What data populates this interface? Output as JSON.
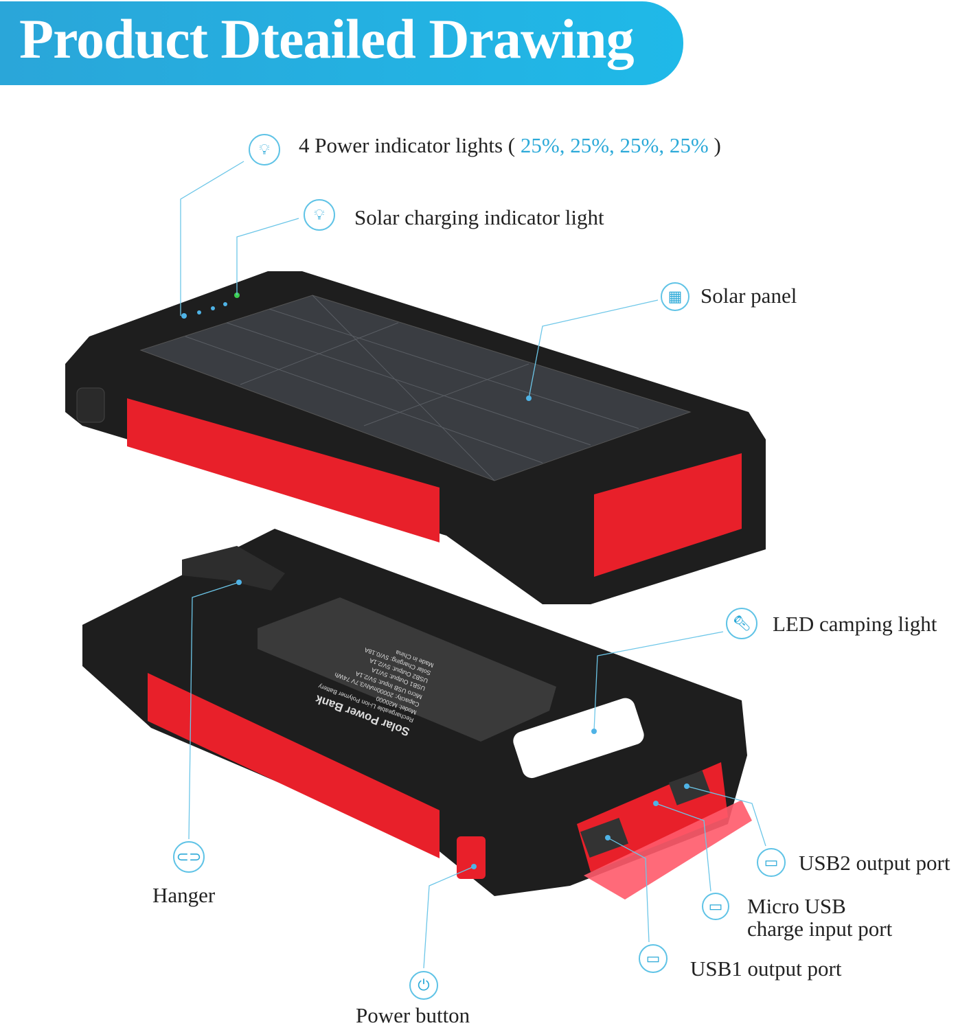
{
  "header": {
    "title": "Product Dteailed Drawing"
  },
  "callouts": {
    "power_lights": {
      "label": "4 Power indicator lights (",
      "values": [
        "25%,",
        "25%,",
        "25%,",
        "25%"
      ],
      "close": ")",
      "icon": "bulb-icon"
    },
    "solar_light": {
      "label": "Solar charging indicator light",
      "icon": "bulb-icon"
    },
    "solar_panel": {
      "label": "Solar panel",
      "icon": "solar-panel-icon"
    },
    "led": {
      "label": "LED camping light",
      "icon": "flashlight-icon"
    },
    "hanger": {
      "label": "Hanger",
      "icon": "carabiner-icon"
    },
    "power_button": {
      "label": "Power button",
      "icon": "power-icon"
    },
    "usb2": {
      "label": "USB2 output port",
      "icon": "usb-port-icon"
    },
    "micro_usb": {
      "label_line1": "Micro USB",
      "label_line2": "charge input port",
      "icon": "micro-usb-icon"
    },
    "usb1": {
      "label": "USB1 output port",
      "icon": "usb-port-icon"
    }
  },
  "product_label": {
    "title": "Solar Power Bank",
    "lines": [
      "Rechargeable Li-ion Polymer Battery",
      "Model: M20000",
      "Capacity: 20000mAh/3.7V 74Wh",
      "Micro USB Input: 5V/2.1A",
      "USB1 Output: 5V/1A",
      "USB2 Output: 5V/2.1A",
      "Solar Charging: 5V/0.18A",
      "Made in China"
    ]
  },
  "colors": {
    "accent": "#1fb9e8",
    "red": "#e8202a",
    "body": "#1c1c1c"
  }
}
